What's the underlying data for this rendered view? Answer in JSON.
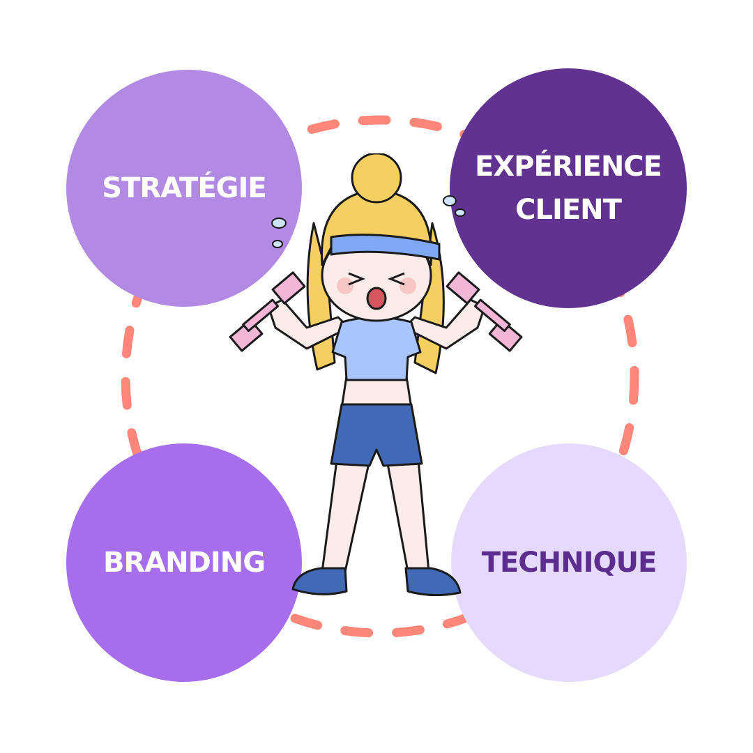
{
  "diagram": {
    "nodes": [
      {
        "id": "strategie",
        "label": "STRATÉGIE"
      },
      {
        "id": "experience",
        "label_line1": "EXPÉRIENCE",
        "label_line2": "CLIENT"
      },
      {
        "id": "branding",
        "label": "BRANDING"
      },
      {
        "id": "technique",
        "label": "TECHNIQUE"
      }
    ],
    "colors": {
      "strategie": "#b28ae3",
      "experience": "#623291",
      "branding": "#a66eec",
      "technique": "#e6d9fe",
      "technique_text": "#5c2d8f",
      "connector": "#ff8678"
    },
    "illustration": "girl-with-dumbbells"
  }
}
